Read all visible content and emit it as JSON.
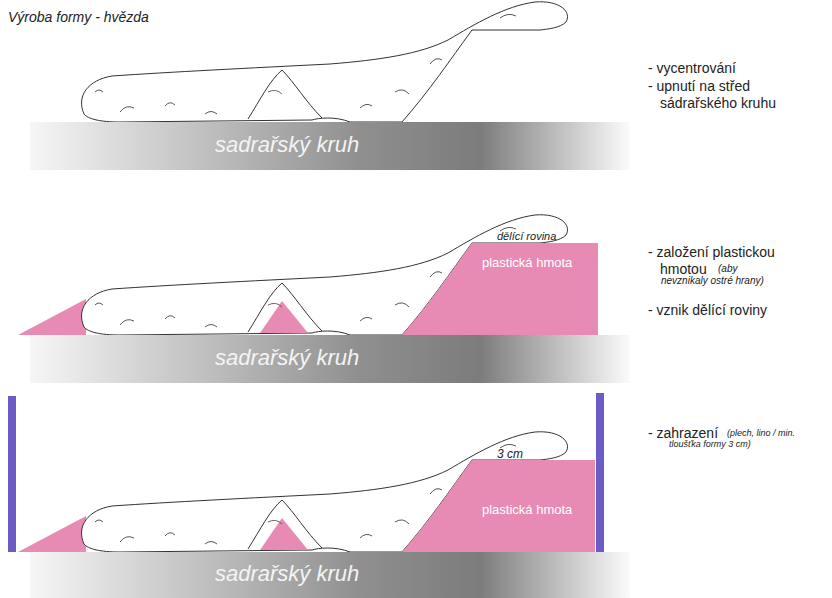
{
  "diagram": {
    "title": "Výroba formy - hvězda",
    "nodes": [
      {
        "text": [
          "sadrařský kruh"
        ]
      },
      {
        "text": [
          "plastická hmota"
        ]
      },
      {
        "text": [
          "sadrařský kruh"
        ]
      },
      {
        "text": [
          "plastická hmota"
        ]
      },
      {
        "text": [
          "sadrařský kruh"
        ]
      }
    ],
    "labels": [
      "- vycentrování",
      "- upnutí na střed sádrařského kruhu",
      "dělící rovina",
      "- založení plastickou hmotou",
      "(aby nevznikaly ostré hrany)",
      "- vznik dělící roviny",
      "- zahrazení",
      "(plech, lino / min. tloušťka formy 3 cm)",
      "3 cm"
    ]
  }
}
